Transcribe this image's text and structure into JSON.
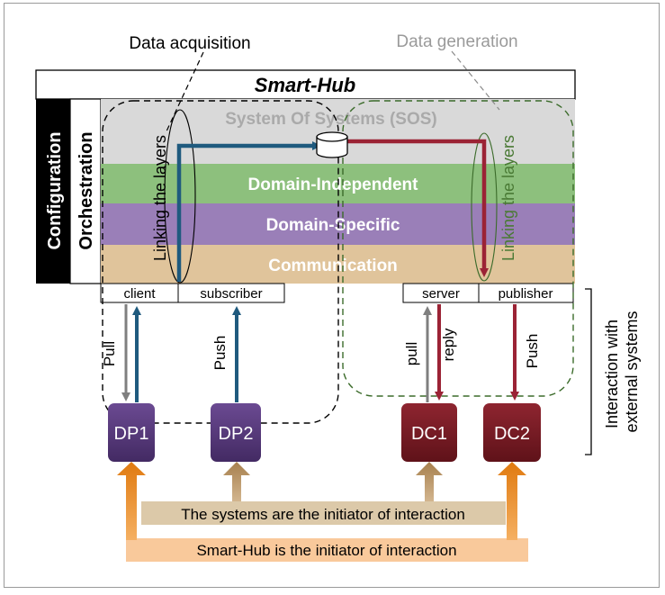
{
  "labels": {
    "data_acquisition": "Data acquisition",
    "data_generation": "Data generation",
    "smart_hub": "Smart-Hub",
    "sos": "System Of Systems (SOS)",
    "domain_independent": "Domain-Independent",
    "domain_specific": "Domain-Specific",
    "communication": "Communication",
    "configuration": "Configuration",
    "orchestration": "Orchestration",
    "linking_left": "Linking the layers",
    "linking_right": "Linking the layers",
    "client": "client",
    "subscriber": "subscriber",
    "server": "server",
    "publisher": "publisher",
    "pull_left": "Pull",
    "push_left": "Push",
    "pull_right": "pull",
    "reply": "reply",
    "push_right": "Push",
    "dp1": "DP1",
    "dp2": "DP2",
    "dc1": "DC1",
    "dc2": "DC2",
    "interaction_external": "Interaction with\nexternal systems",
    "systems_initiator": "The systems are the initiator of interaction",
    "hub_initiator": "Smart-Hub is the initiator of interaction"
  },
  "colors": {
    "sos_layer": "#d9d9d9",
    "domain_independent": "#8dc07d",
    "domain_specific": "#9a7fb8",
    "communication": "#e0c49b",
    "dp_box": "#5b3d80",
    "dc_box": "#7b1e28",
    "blue_arrow": "#1f5a7e",
    "red_arrow": "#9b2335",
    "gray_arrow": "#7f7f7f",
    "orange_arrow": "#f08a19",
    "brown_arrow": "#b89264",
    "systems_band": "#dcc9a9",
    "hub_band": "#f9c99b"
  }
}
